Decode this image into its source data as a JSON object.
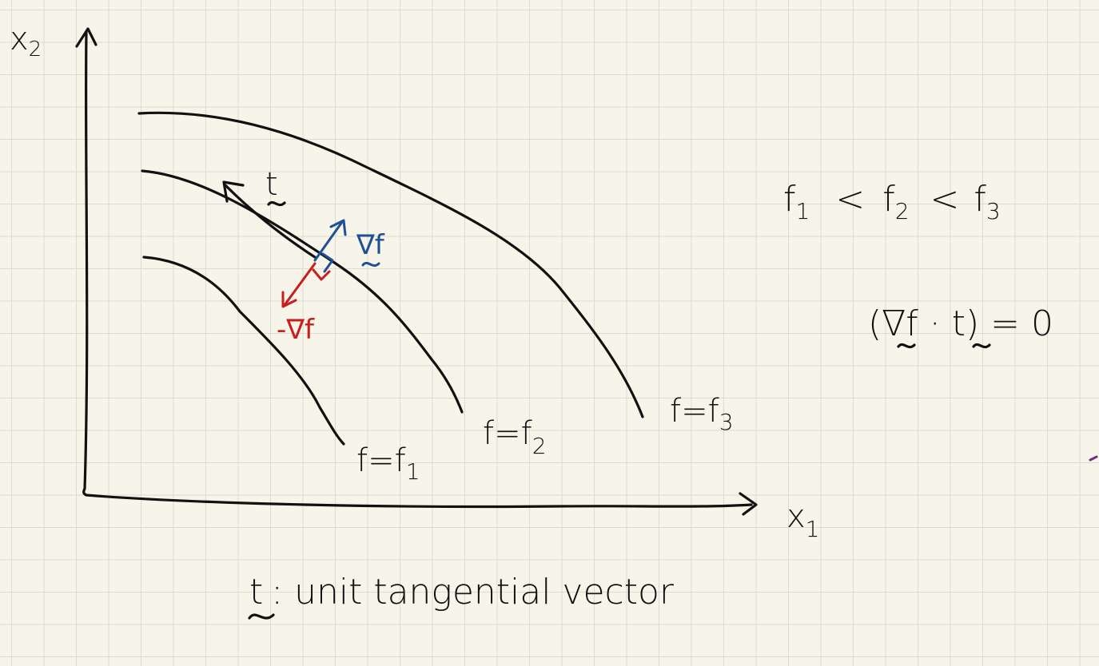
{
  "axes": {
    "x_label": "x",
    "x_sub": "1",
    "y_label": "x",
    "y_sub": "2"
  },
  "curves": [
    {
      "label": "f=f",
      "sub": "1"
    },
    {
      "label": "f=f",
      "sub": "2"
    },
    {
      "label": "f=f",
      "sub": "3"
    }
  ],
  "vectors": {
    "tangent": "t",
    "gradient": "∇f",
    "neg_gradient": "-∇f"
  },
  "ordering": {
    "a": "f",
    "a_sub": "1",
    "b": "f",
    "b_sub": "2",
    "c": "f",
    "c_sub": "3",
    "sep": "<"
  },
  "orthogonality": "(∇f · t) = 0",
  "caption": {
    "symbol": "t",
    "text": ": unit tangential vector"
  },
  "colors": {
    "ink": "#111111",
    "gradient": "#1f4f94",
    "neg_gradient": "#c81e1e",
    "paper": "#f7f5e9",
    "grid": "#dcdcd4"
  }
}
